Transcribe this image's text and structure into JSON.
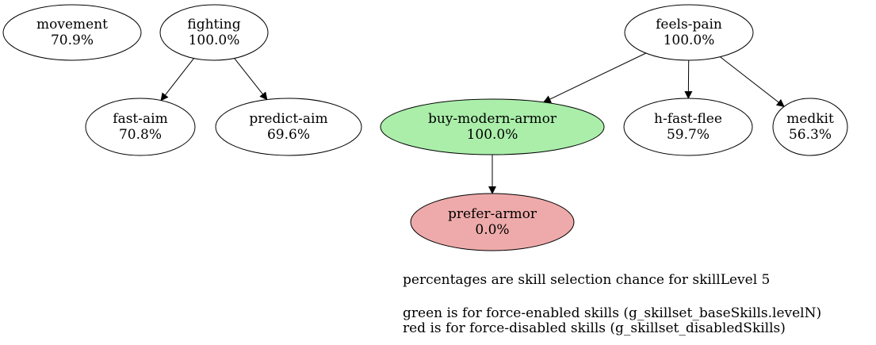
{
  "graph": {
    "nodes": [
      {
        "id": "movement",
        "name": "movement",
        "pct": "70.9%",
        "fill": "#ffffff"
      },
      {
        "id": "fighting",
        "name": "fighting",
        "pct": "100.0%",
        "fill": "#ffffff"
      },
      {
        "id": "fast-aim",
        "name": "fast-aim",
        "pct": "70.8%",
        "fill": "#ffffff"
      },
      {
        "id": "predict-aim",
        "name": "predict-aim",
        "pct": "69.6%",
        "fill": "#ffffff"
      },
      {
        "id": "feels-pain",
        "name": "feels-pain",
        "pct": "100.0%",
        "fill": "#ffffff"
      },
      {
        "id": "buy-modern-armor",
        "name": "buy-modern-armor",
        "pct": "100.0%",
        "fill": "#aaeeaa"
      },
      {
        "id": "h-fast-flee",
        "name": "h-fast-flee",
        "pct": "59.7%",
        "fill": "#ffffff"
      },
      {
        "id": "medkit",
        "name": "medkit",
        "pct": "56.3%",
        "fill": "#ffffff"
      },
      {
        "id": "prefer-armor",
        "name": "prefer-armor",
        "pct": "0.0%",
        "fill": "#eeaaaa"
      }
    ],
    "edges": [
      {
        "from": "fighting",
        "to": "fast-aim"
      },
      {
        "from": "fighting",
        "to": "predict-aim"
      },
      {
        "from": "feels-pain",
        "to": "buy-modern-armor"
      },
      {
        "from": "feels-pain",
        "to": "h-fast-flee"
      },
      {
        "from": "feels-pain",
        "to": "medkit"
      },
      {
        "from": "buy-modern-armor",
        "to": "prefer-armor"
      }
    ]
  },
  "legend": {
    "line1": "percentages are skill selection chance for skillLevel 5",
    "line2": "green is for force-enabled skills (g_skillset_baseSkills.levelN)",
    "line3": "red is for force-disabled skills (g_skillset_disabledSkills)"
  },
  "colors": {
    "enabled": "#aaeeaa",
    "disabled": "#eeaaaa",
    "default": "#ffffff",
    "stroke": "#000000"
  }
}
